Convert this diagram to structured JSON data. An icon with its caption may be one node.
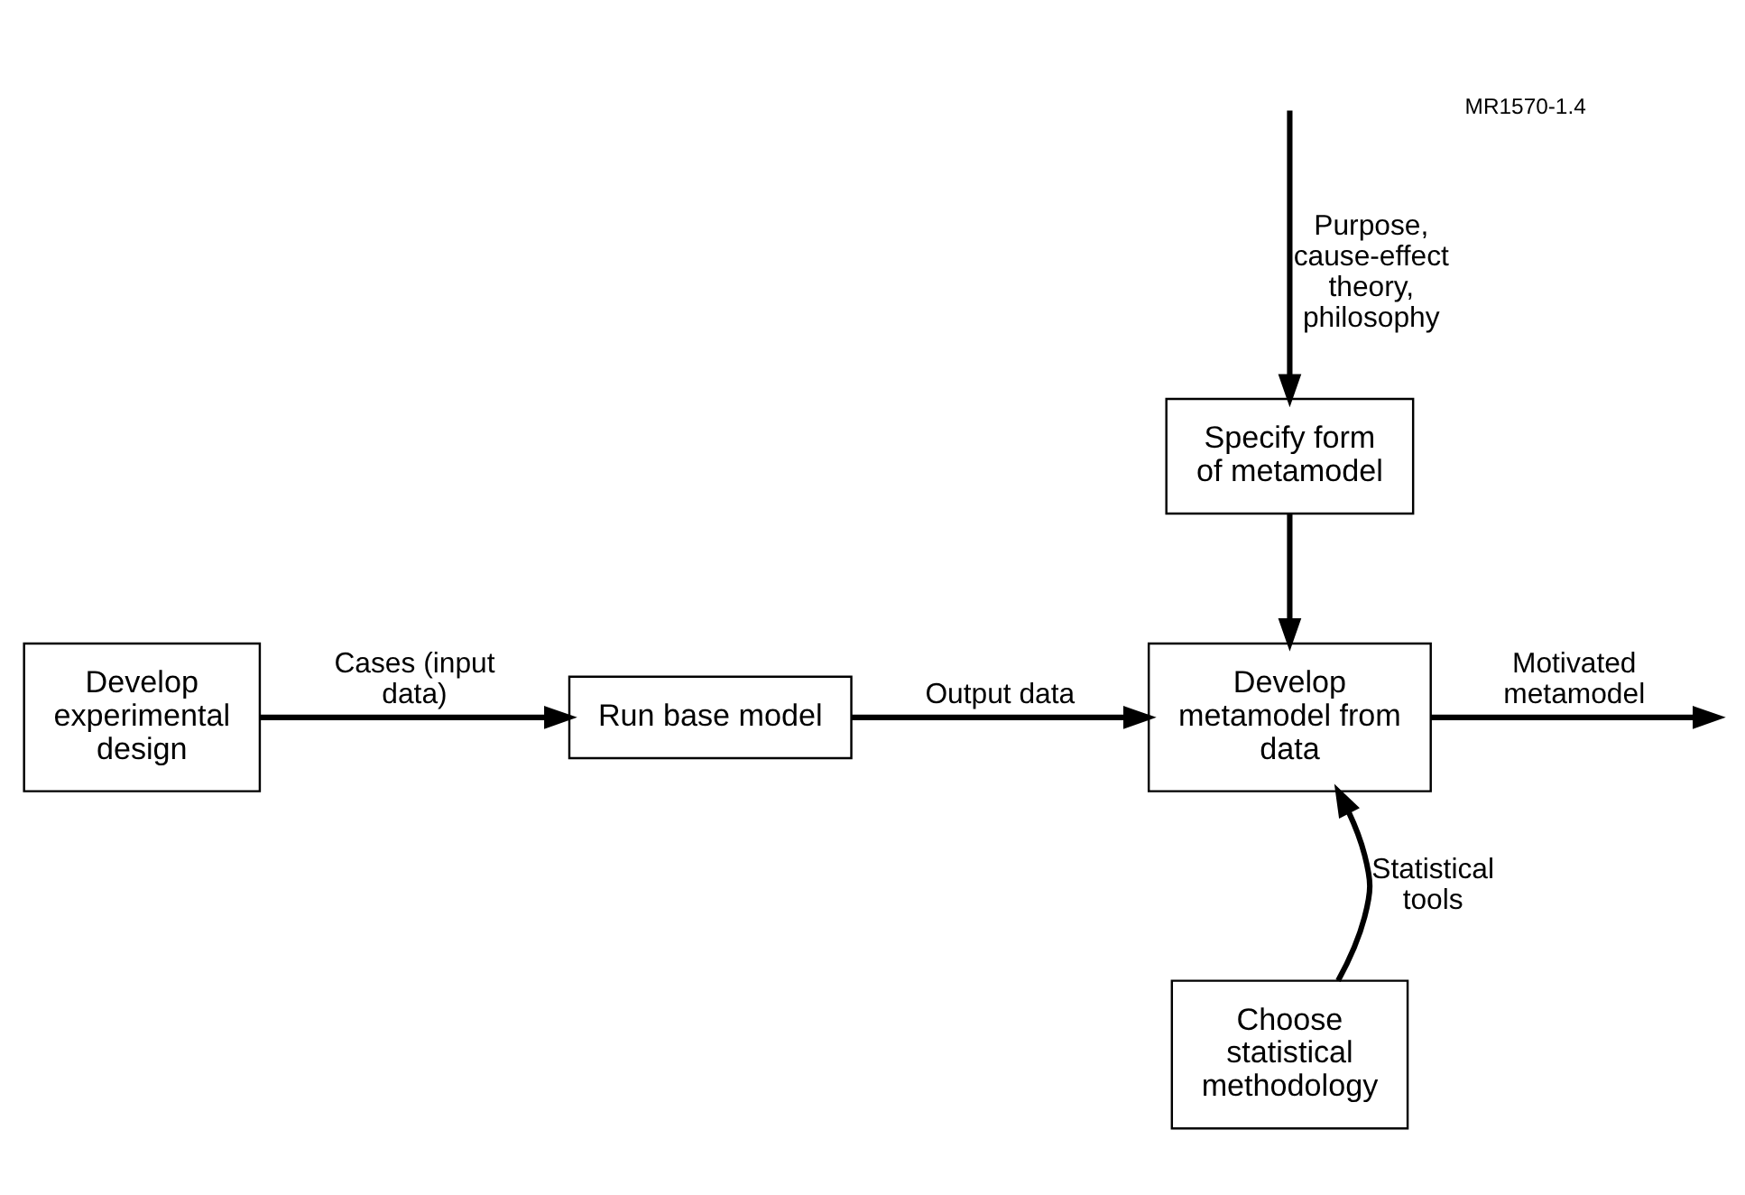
{
  "diagram": {
    "nodes": [
      {
        "text": [
          "Develop experimental design"
        ]
      },
      {
        "text": [
          "Run base model"
        ]
      },
      {
        "text": [
          "Specify form of metamodel"
        ]
      },
      {
        "text": [
          "Develop metamodel from data"
        ]
      },
      {
        "text": [
          "Choose statistical methodology"
        ]
      }
    ],
    "edges": [
      {
        "from": null,
        "to": 2,
        "arrow": "to",
        "label": "Purpose, cause-effect theory, philosophy"
      },
      {
        "from": 0,
        "to": 1,
        "arrow": "to",
        "label": "Cases (input data)"
      },
      {
        "from": 1,
        "to": 3,
        "arrow": "to",
        "label": "Output data"
      },
      {
        "from": 2,
        "to": 3,
        "arrow": "to"
      },
      {
        "from": 3,
        "to": null,
        "arrow": "to",
        "label": "Motivated metamodel"
      },
      {
        "from": 4,
        "to": 3,
        "arrow": "to",
        "label": "Statistical tools"
      }
    ],
    "labels": [
      "MR1570-1.4"
    ]
  }
}
